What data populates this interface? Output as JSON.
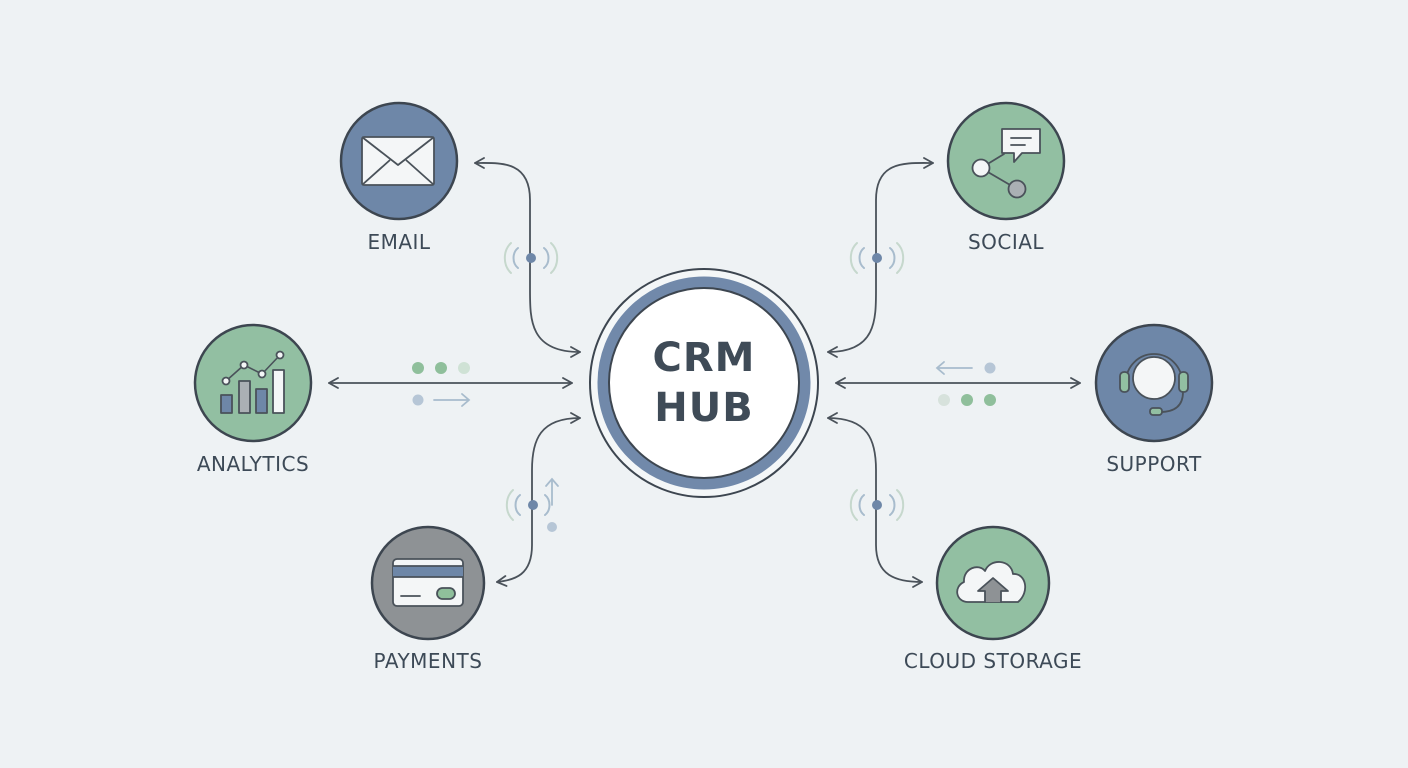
{
  "hub": {
    "line1": "CRM",
    "line2": "HUB"
  },
  "nodes": {
    "email": {
      "label": "EMAIL"
    },
    "social": {
      "label": "SOCIAL"
    },
    "analytics": {
      "label": "ANALYTICS"
    },
    "support": {
      "label": "SUPPORT"
    },
    "payments": {
      "label": "PAYMENTS"
    },
    "cloud_storage": {
      "label": "CLOUD STORAGE"
    }
  },
  "colors": {
    "background": "#eef2f4",
    "blue_node": "#6e87a8",
    "green_node": "#92bfa2",
    "gray_node": "#8e9295",
    "outline": "#3d4650",
    "hub_ring": "#7189aa",
    "connector": "#4a525a",
    "accent_blue_light": "#b6c6d6",
    "accent_green": "#8fbf9b"
  },
  "icons": {
    "email": "envelope-icon",
    "social": "chat-network-icon",
    "analytics": "bar-chart-trend-icon",
    "support": "headset-icon",
    "payments": "credit-card-icon",
    "cloud_storage": "cloud-upload-icon"
  }
}
